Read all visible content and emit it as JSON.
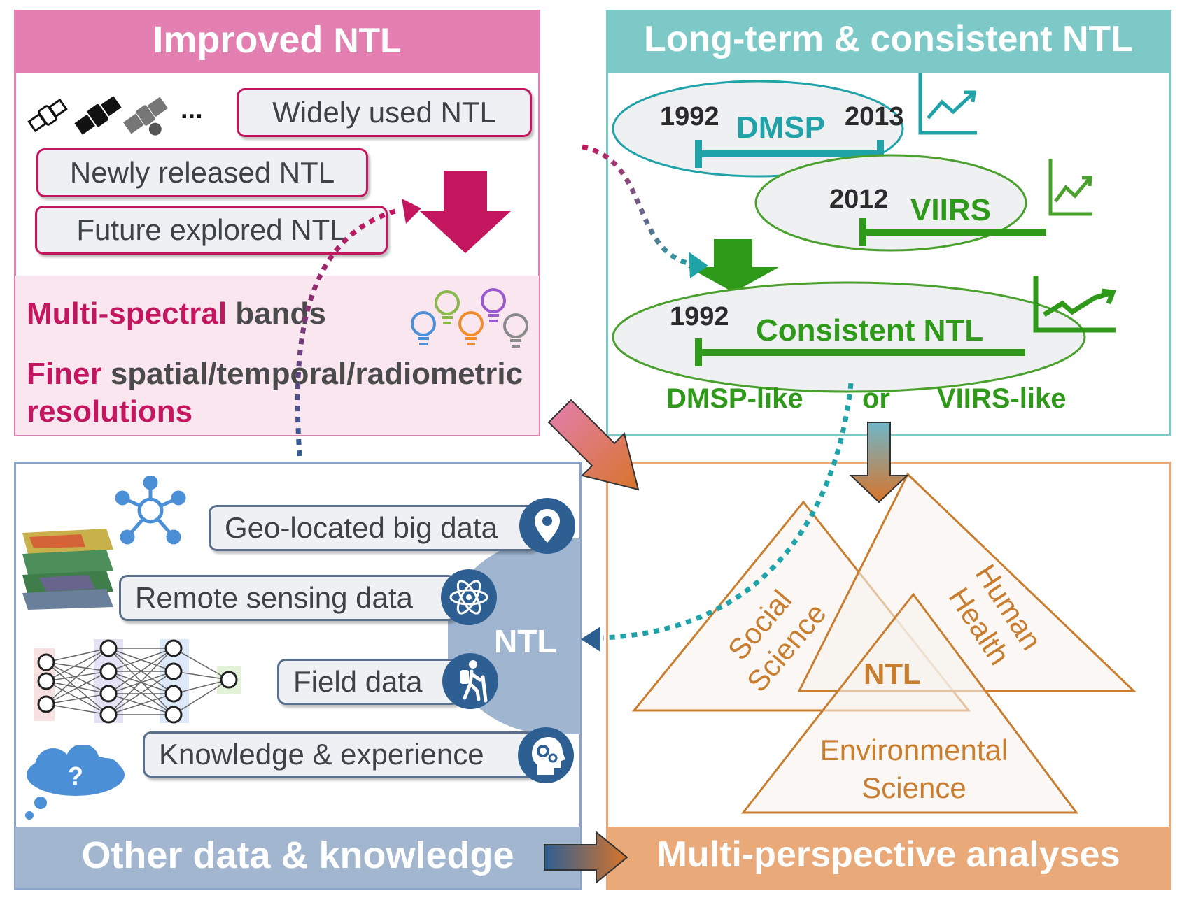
{
  "improved": {
    "title_a": "Improved",
    "title_b": "NTL",
    "ellipsis": "...",
    "widely_used": "Widely used NTL",
    "newly_released": "Newly released NTL",
    "future_explored": "Future explored NTL",
    "multi_spectral_a": "Multi-spectral",
    "multi_spectral_b": "bands",
    "finer_a": "Finer",
    "finer_b": "spatial/temporal/radiometric",
    "finer_c": "resolutions",
    "colors": {
      "header": "#e37fb1",
      "accent": "#c3165f",
      "panel_lower": "#fae6ef"
    }
  },
  "longterm": {
    "title": "Long-term & consistent NTL",
    "dmsp_start": "1992",
    "dmsp_label": "DMSP",
    "dmsp_end": "2013",
    "viirs_start": "2012",
    "viirs_label": "VIIRS",
    "consistent_start": "1992",
    "consistent_label": "Consistent NTL",
    "dmsp_like": "DMSP-like",
    "or": "or",
    "viirs_like": "VIIRS-like",
    "colors": {
      "header": "#7cc9c7",
      "teal": "#1fa3a8",
      "green": "#2f9a19"
    }
  },
  "other": {
    "title": "Other data & knowledge",
    "geo": "Geo-located big data",
    "remote": "Remote sensing data",
    "field": "Field data",
    "knowledge": "Knowledge & experience",
    "ntl": "NTL",
    "question": "?",
    "icons": [
      "network-icon",
      "map-pin-icon",
      "atom-icon",
      "hiker-icon",
      "head-gears-icon",
      "cloud-question-icon",
      "neural-network-icon",
      "raster-layers-icon"
    ],
    "colors": {
      "header": "#a3b6d0",
      "border": "#8aa3c8",
      "icon": "#2e5f93"
    }
  },
  "multi": {
    "title": "Multi-perspective analyses",
    "social_1": "Social",
    "social_2": "Science",
    "human_1": "Human",
    "human_2": "Health",
    "env_1": "Environmental",
    "env_2": "Science",
    "center": "NTL",
    "colors": {
      "header": "#e9a978",
      "stroke": "#c97d2f"
    }
  }
}
